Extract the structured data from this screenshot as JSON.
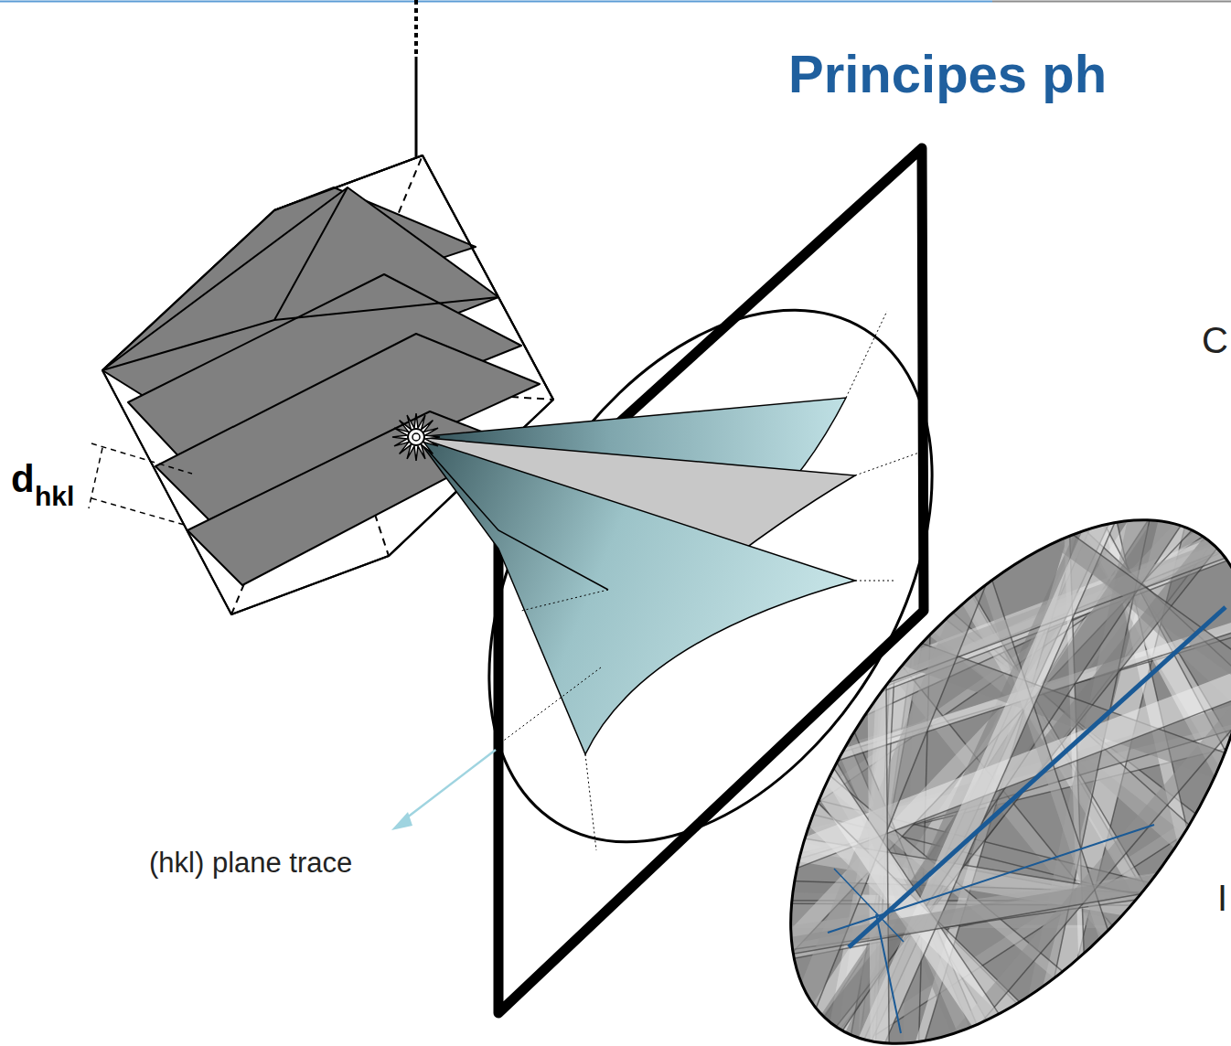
{
  "diagram": {
    "title": "Principes ph",
    "labels": [
      "d",
      "hkl",
      "(hkl) plane trace",
      "C",
      "I"
    ]
  }
}
